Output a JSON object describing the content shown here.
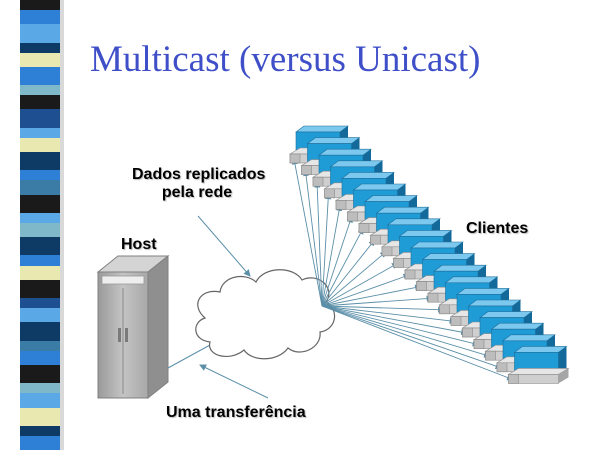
{
  "slide": {
    "title": "Multicast (versus Unicast)"
  },
  "labels": {
    "data_replicated_line1": "Dados replicados",
    "data_replicated_line2": "pela rede",
    "host": "Host",
    "clients": "Clientes",
    "one_transfer": "Uma transferência"
  },
  "colors": {
    "title": "#3f4fc8",
    "arrows": "#5b8fa8",
    "server_body": "#b7b7b7",
    "monitor_screen": "#1f9bd6",
    "monitor_base": "#cfcfcf",
    "stripe_palette": [
      "#1a1a1a",
      "#2e7fd6",
      "#5aa8e6",
      "#0d3b66",
      "#e8e8b0",
      "#7fb8c8",
      "#1d4f91",
      "#3a7ca5"
    ]
  },
  "clients": {
    "count": 20
  }
}
